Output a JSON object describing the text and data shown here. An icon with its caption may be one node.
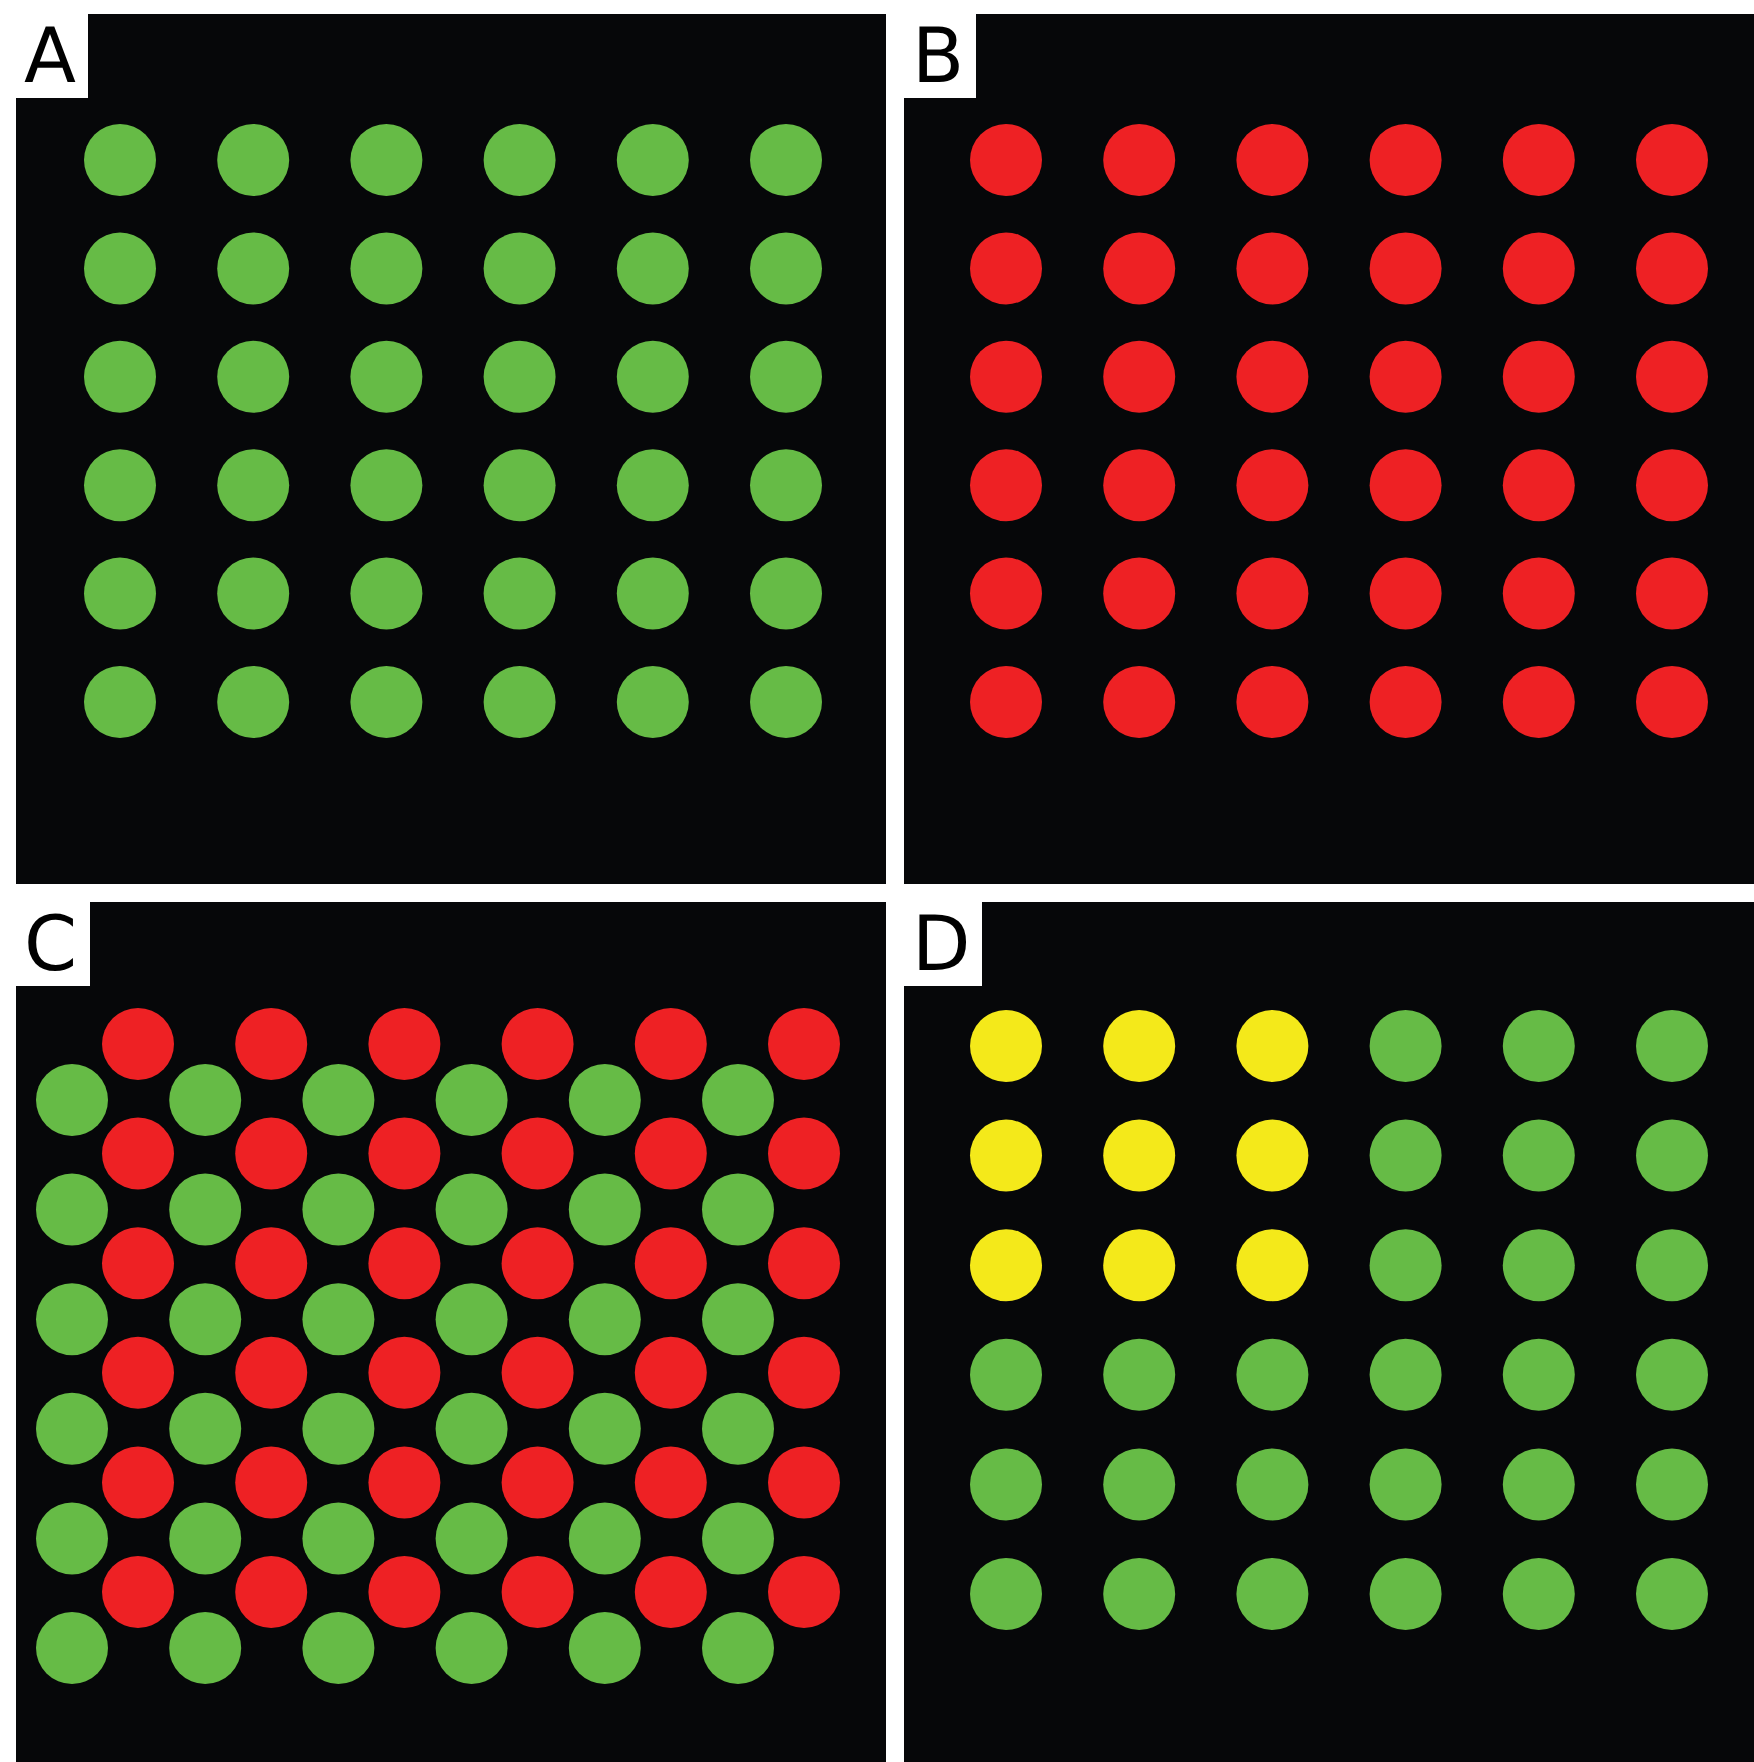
{
  "diagram": {
    "nodes": [
      {
        "text": [
          "A"
        ]
      },
      {
        "text": [
          "B"
        ]
      },
      {
        "text": [
          "C"
        ]
      },
      {
        "text": [
          "D"
        ]
      }
    ]
  }
}
